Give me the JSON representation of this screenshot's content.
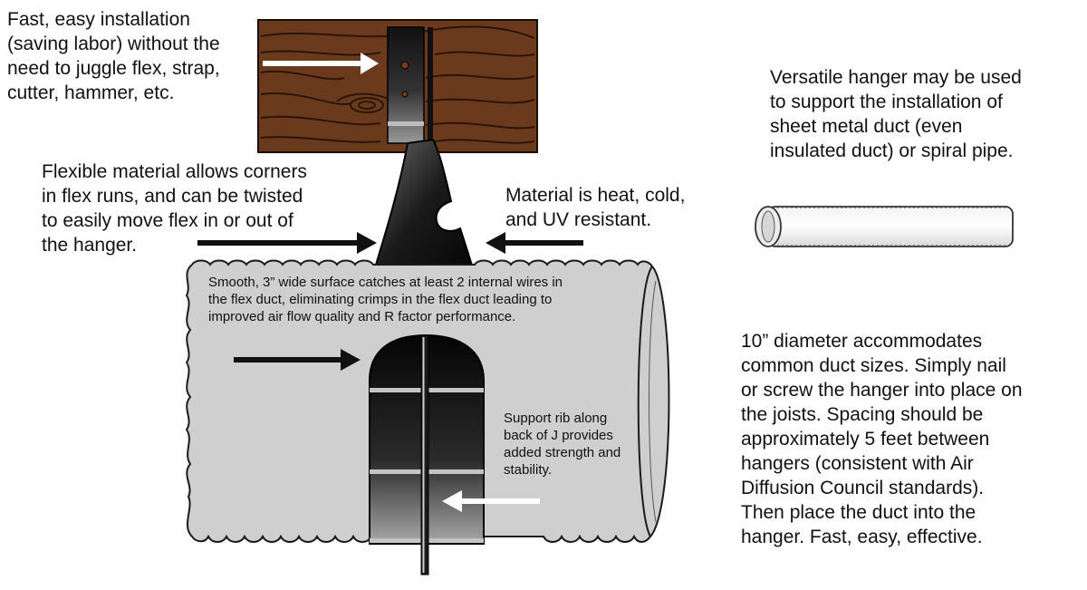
{
  "captions": {
    "installation": "Fast, easy installation\n(saving labor) without the\nneed to juggle flex, strap,\ncutter, hammer, etc.",
    "flexible": "Flexible material allows corners\nin flex runs, and can be twisted\nto easily move flex in or out of\nthe hanger.",
    "material": "Material is heat, cold,\nand UV resistant.",
    "surface": "Smooth, 3” wide surface catches at least 2 internal wires in\nthe flex duct, eliminating crimps in the flex duct leading to\nimproved air flow quality and R factor performance.",
    "rib": "Support rib along\nback of J provides\nadded strength and\nstability.",
    "versatile": "Versatile hanger may be used\nto support the installation of\nsheet metal duct (even\ninsulated duct) or spiral pipe.",
    "diameter": "10” diameter accommodates\ncommon duct sizes. Simply nail\nor screw the hanger into place on\nthe joists. Spacing should be\napproximately 5 feet between\nhangers (consistent with Air\nDiffusion Council standards).\nThen place the duct into the\nhanger. Fast, easy, effective."
  },
  "colors": {
    "wood": "#6b3a1c",
    "wood_grain": "#2a160a",
    "duct": "#cfcfcf",
    "hanger_dark": "#111111",
    "hanger_light": "#8a8a8a"
  },
  "icons": [
    "wood-joist",
    "flex-duct",
    "duct-hanger",
    "sheet-metal-duct",
    "arrow"
  ]
}
